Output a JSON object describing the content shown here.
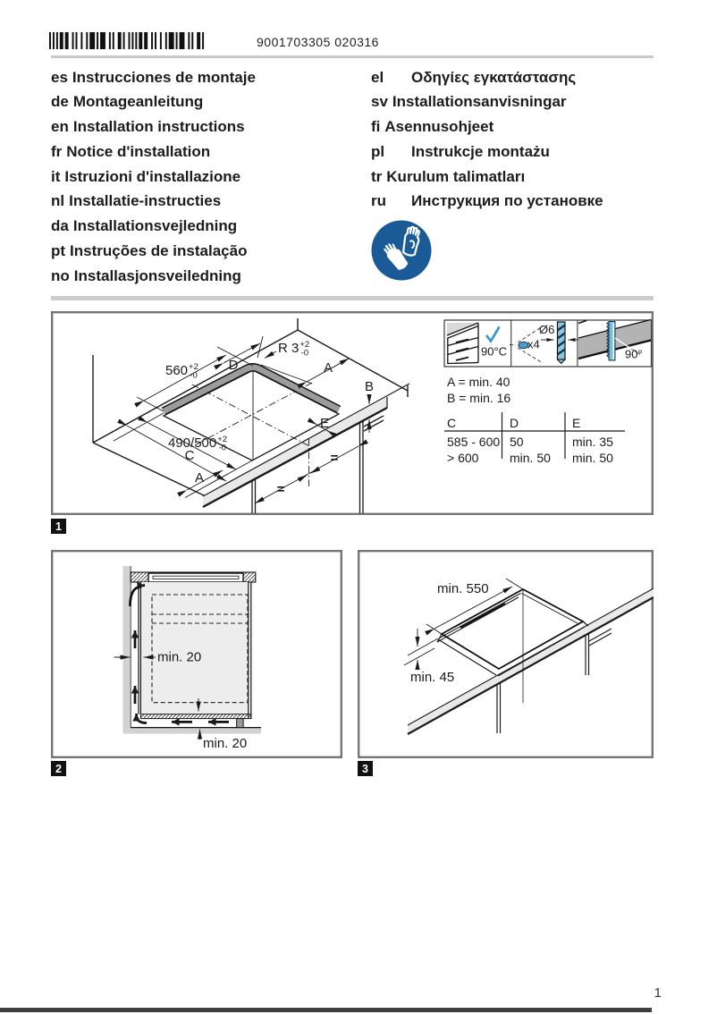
{
  "header": {
    "barcode_number": "9001703305 020316",
    "barcode_icon": "barcode"
  },
  "languages": {
    "left": [
      {
        "code": "es",
        "name": "Instrucciones de montaje"
      },
      {
        "code": "de",
        "name": "Montageanleitung"
      },
      {
        "code": "en",
        "name": "Installation instructions"
      },
      {
        "code": "fr",
        "name": "Notice d'installation"
      },
      {
        "code": "it",
        "name": "Istruzioni d'installazione"
      },
      {
        "code": "nl",
        "name": "Installatie-instructies"
      },
      {
        "code": "da",
        "name": "Installationsvejledning"
      },
      {
        "code": "pt",
        "name": "Instruções de instalação"
      },
      {
        "code": "no",
        "name": "Installasjonsveiledning"
      }
    ],
    "right": [
      {
        "code": "el",
        "name": "Οδηγίες εγκατάστασης",
        "gap": true
      },
      {
        "code": "sv",
        "name": "Installationsanvisningar",
        "gap": false
      },
      {
        "code": "fi",
        "name": "Asennusohjeet",
        "gap": false
      },
      {
        "code": "pl",
        "name": "Instrukcje montażu",
        "gap": true
      },
      {
        "code": "tr",
        "name": "Kurulum talimatları",
        "gap": false
      },
      {
        "code": "ru",
        "name": "Инструкция по установке",
        "gap": true
      }
    ]
  },
  "safety": {
    "icon": "wear-protective-gloves",
    "color": "#1a5a96"
  },
  "figure1": {
    "badge": "1",
    "dims": {
      "d560": {
        "main": "560",
        "sup": "+2",
        "sub": "-0"
      },
      "r3": {
        "main": "R 3",
        "sup": "+2",
        "sub": "-0"
      },
      "d490": {
        "main": "490/500",
        "sup": "+2",
        "sub": "-0"
      },
      "D": "D",
      "A_top": "A",
      "B": "B",
      "E": "E",
      "C": "C",
      "A_bottom": "A",
      "eq_upper": "=",
      "eq_lower": "="
    },
    "inset": {
      "temperature": "90°C",
      "drill_diameter": "Ø6",
      "hole_count": "x4",
      "cut_angle": "90°",
      "check_color": "#3a97cc",
      "drill_color": "#8ec7e2"
    },
    "specs": {
      "a": "A = min. 40",
      "b": "B = min. 16"
    },
    "table": {
      "headers": [
        "C",
        "D",
        "E"
      ],
      "rows": [
        [
          "585 - 600",
          "50",
          "min. 35"
        ],
        [
          "> 600",
          "min. 50",
          "min. 50"
        ]
      ]
    }
  },
  "figure2": {
    "badge": "2",
    "dim_side": "min. 20",
    "dim_bottom": "min. 20"
  },
  "figure3": {
    "badge": "3",
    "dim_width": "min. 550",
    "dim_front": "min. 45"
  },
  "footer": {
    "page_number": "1"
  }
}
